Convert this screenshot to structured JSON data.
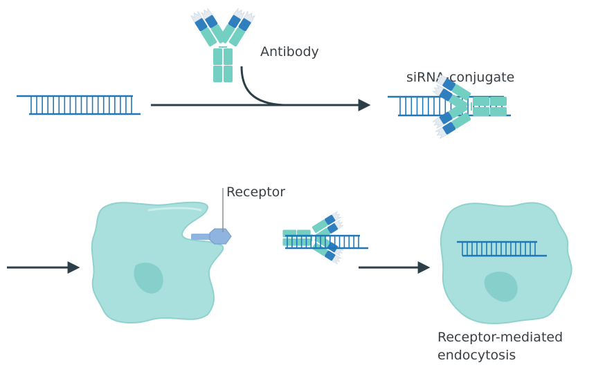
{
  "labels": {
    "antibody": "Antibody",
    "sirna_conjugate": "siRNA-conjugate",
    "receptor": "Receptor",
    "endocytosis_line1": "Receptor-mediated",
    "endocytosis_line2": "endocytosis"
  },
  "colors": {
    "rna": "#1f77b8",
    "antibody_fc": "#72cfc2",
    "antibody_variable": "#2f7fbf",
    "antibody_tip": "#e4ecf2",
    "cell_fill": "#a9dfdc",
    "cell_nucleus": "#86cfcb",
    "receptor": "#8fb4e0",
    "arrow": "#2c3e47"
  },
  "steps": [
    {
      "name": "conjugation",
      "from": "siRNA",
      "reagent": "Antibody",
      "to": "siRNA-conjugate"
    },
    {
      "name": "binding",
      "target": "Receptor"
    },
    {
      "name": "uptake",
      "result": "Receptor-mediated endocytosis"
    }
  ]
}
